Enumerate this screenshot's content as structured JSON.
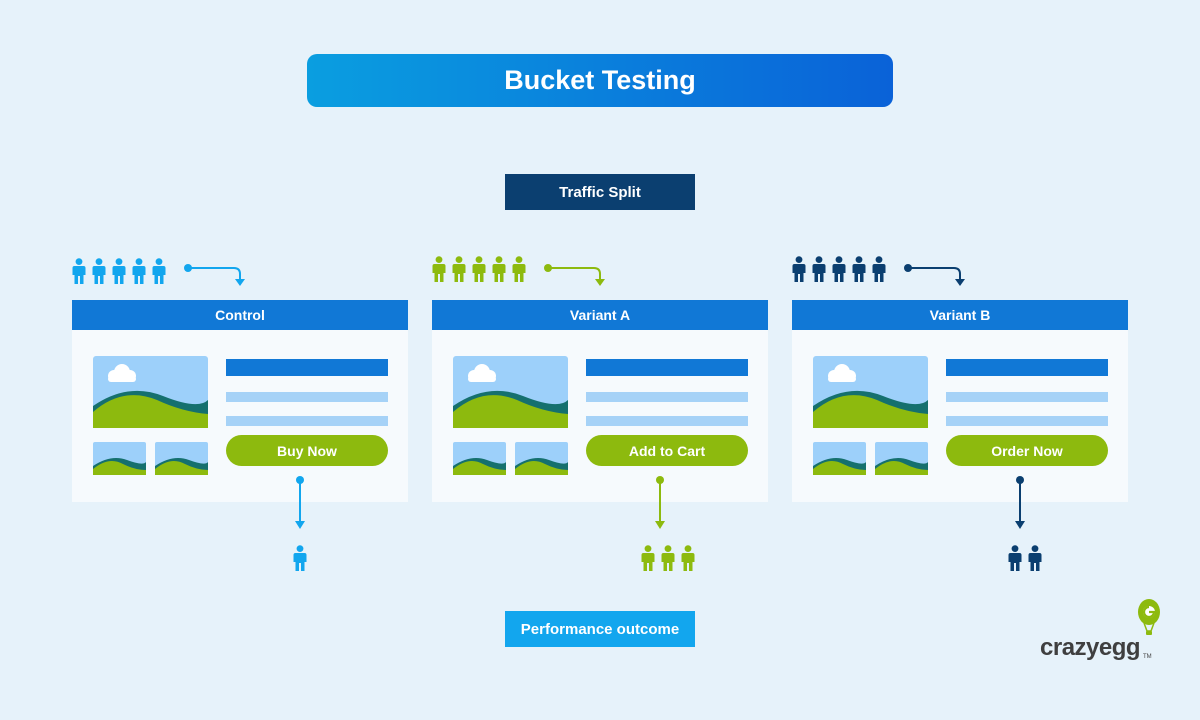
{
  "title": "Bucket Testing",
  "traffic_split_label": "Traffic Split",
  "performance_label": "Performance outcome",
  "variants": [
    {
      "name": "Control",
      "button": "Buy Now",
      "color": "#12a6ee",
      "visitors_in": 5,
      "visitors_out": 1
    },
    {
      "name": "Variant A",
      "button": "Add to Cart",
      "color": "#8dba0e",
      "visitors_in": 5,
      "visitors_out": 3
    },
    {
      "name": "Variant B",
      "button": "Order Now",
      "color": "#0b3f70",
      "visitors_in": 5,
      "visitors_out": 2
    }
  ],
  "logo": {
    "text": "crazyegg",
    "tm": "TM"
  },
  "colors": {
    "background": "#e6f2fa",
    "header_blue": "#1178d6",
    "cta_green": "#8dba0e",
    "navy": "#0b3f70",
    "light_blue": "#12a6ee"
  }
}
